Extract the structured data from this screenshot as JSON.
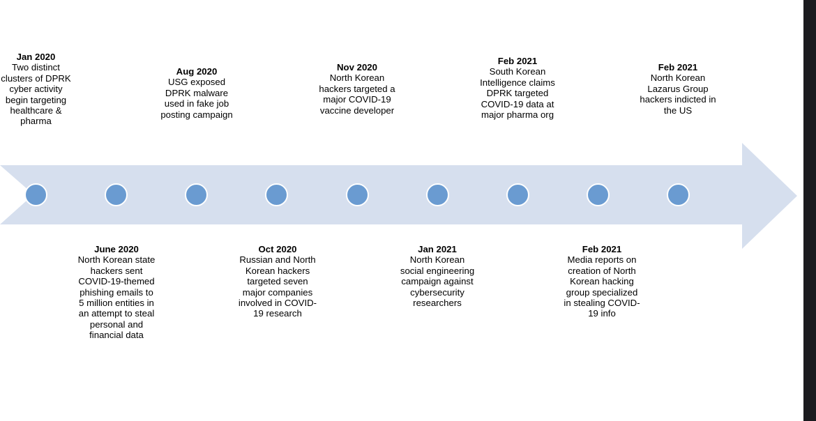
{
  "diagram": {
    "type": "timeline",
    "title": "",
    "orientation": "horizontal-arrow",
    "colors": {
      "band": "#d6dfee",
      "node": "#6a9bd1",
      "node_ring": "#ffffff",
      "text": "#000000",
      "edge_bar": "#1b1b1f"
    },
    "node_count": 9
  },
  "events_above": [
    {
      "date": "Jan 2020",
      "description": "Two distinct clusters of DPRK cyber activity begin targeting healthcare & pharma"
    },
    {
      "date": "Aug 2020",
      "description": "USG exposed DPRK malware used in fake job posting campaign"
    },
    {
      "date": "Nov 2020",
      "description": "North Korean hackers targeted a major COVID-19 vaccine developer"
    },
    {
      "date": "Feb 2021",
      "description": "South Korean Intelligence claims DPRK targeted COVID-19 data at major pharma org"
    },
    {
      "date": "Feb 2021",
      "description": "North Korean Lazarus Group hackers indicted in the US"
    }
  ],
  "events_below": [
    {
      "date": "June 2020",
      "description": "North Korean state hackers sent COVID-19-themed phishing emails to 5 million entities in an attempt to steal personal and financial data"
    },
    {
      "date": "Oct 2020",
      "description": "Russian and North Korean hackers targeted seven major companies involved in COVID-19 research"
    },
    {
      "date": "Jan 2021",
      "description": "North Korean social engineering campaign against cybersecurity researchers"
    },
    {
      "date": "Feb 2021",
      "description": "Media reports on creation of North Korean hacking group specialized in stealing COVID-19 info"
    }
  ]
}
